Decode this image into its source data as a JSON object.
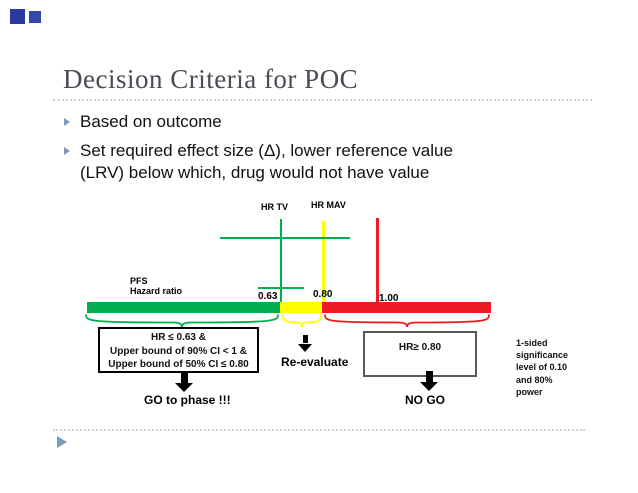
{
  "slide": {
    "title": "Decision Criteria for POC",
    "bullets": [
      "Based on outcome",
      "Set required effect size (Δ), lower reference value\n(LRV) below which, drug would not have value"
    ]
  },
  "diagram": {
    "hr_tv_label": "HR TV",
    "hr_mav_label": "HR MAV",
    "axis_label": "PFS\nHazard ratio",
    "ticks": [
      "0.63",
      "0.80",
      "1.00"
    ],
    "go_box": "HR ≤ 0.63 &\nUpper bound of 90% CI < 1 &\nUpper bound of 50% CI ≤ 0.80",
    "go_label": "GO to phase !!!",
    "reevaluate_label": "Re-evaluate",
    "nogo_box": "HR≥ 0.80",
    "nogo_label": "NO GO",
    "note": "1-sided\nsignificance\nlevel of 0.10\nand 80%\npower"
  },
  "theme": {
    "go": "#00B050",
    "caution": "#FFFF00",
    "stop": "#ED1C24",
    "accent": "#2B3A9E",
    "accent2": "#3546AC",
    "marker": "#7F99B8",
    "title": "#4A4B55",
    "text": "#111111",
    "dotted": "#CCD3DD",
    "box_border": "#000000",
    "nogo_border": "#595959"
  }
}
